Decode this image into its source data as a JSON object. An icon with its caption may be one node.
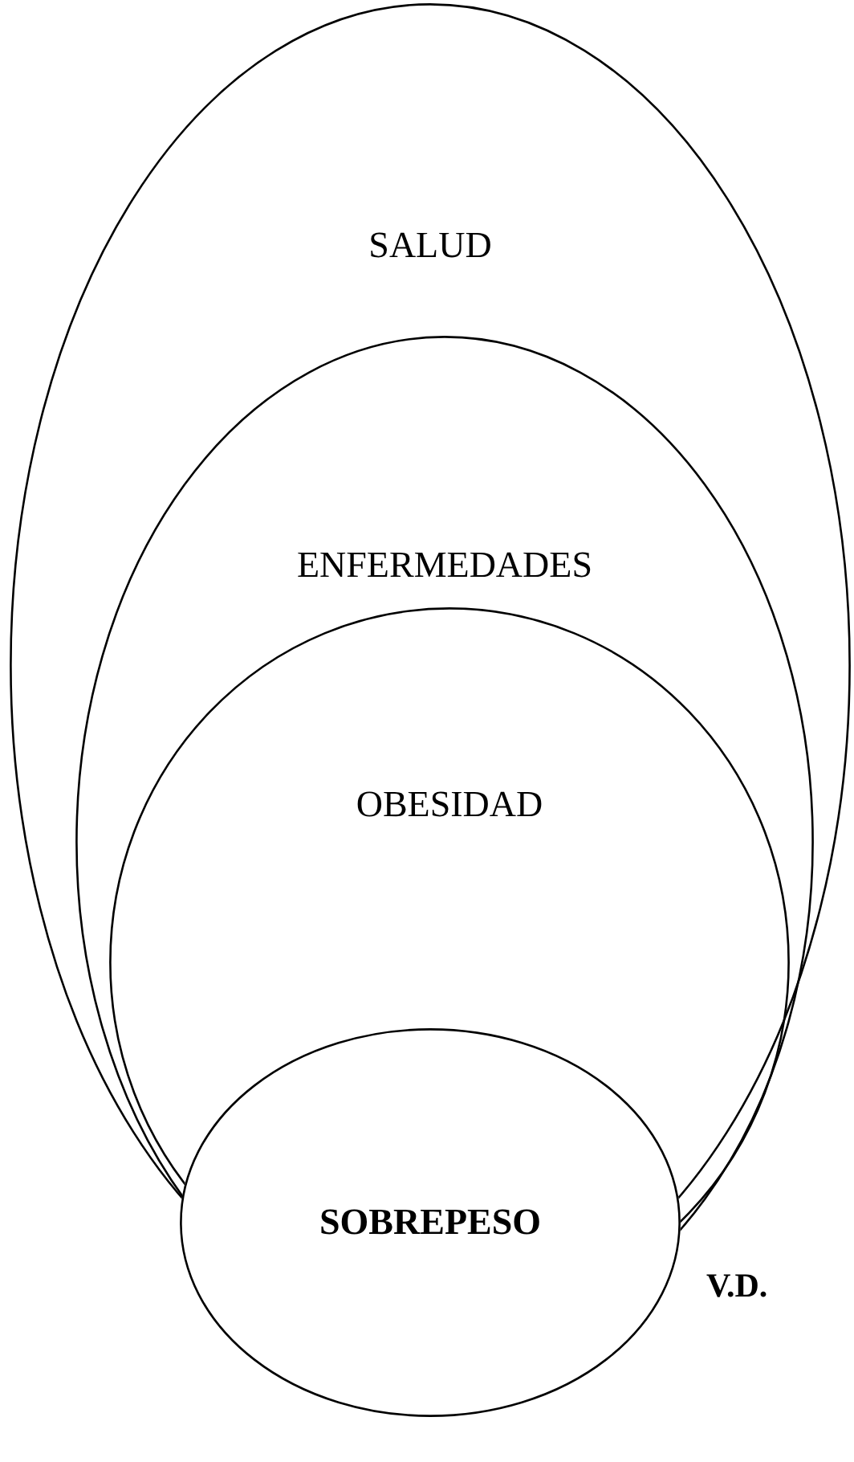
{
  "diagram": {
    "nodes": [
      {
        "text": [
          "SALUD"
        ]
      },
      {
        "text": [
          "ENFERMEDADES"
        ],
        "in": 0
      },
      {
        "text": [
          "OBESIDAD"
        ],
        "in": 1
      },
      {
        "text": [
          "SOBREPESO"
        ]
      }
    ],
    "labels": [
      "V.D."
    ]
  }
}
